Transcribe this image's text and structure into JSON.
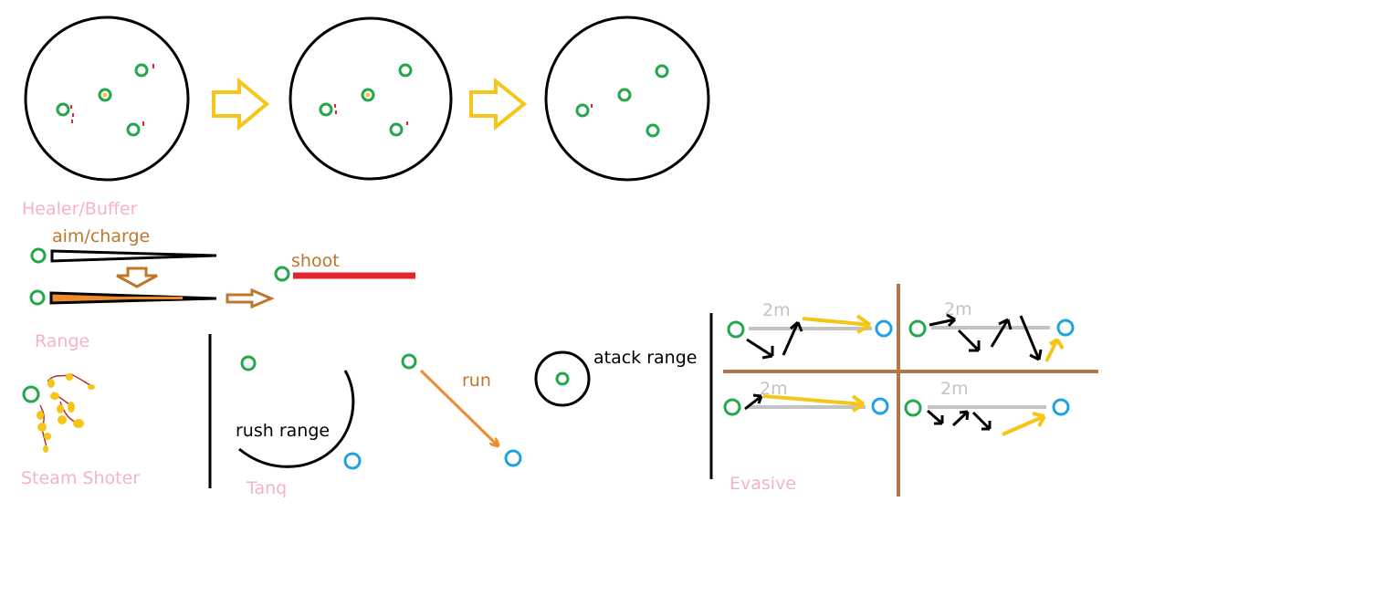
{
  "colors": {
    "green": "#22a84a",
    "blue": "#1fa3e0",
    "black": "#000000",
    "yellow": "#f5c518",
    "orange": "#f08a2a",
    "brown": "#c0762a",
    "dark_brown": "#b5754a",
    "red": "#e3262d",
    "pink": "#f4b3c8",
    "gray": "#c3c3c3"
  },
  "healer": {
    "label": "Healer/Buffer"
  },
  "range": {
    "label": "Range",
    "aim_label": "aim/charge",
    "shoot_label": "shoot"
  },
  "steam": {
    "label": "Steam Shoter"
  },
  "tanq": {
    "label": "Tanq",
    "rush_label": "rush range",
    "run_label": "run",
    "attack_label": "atack range"
  },
  "evasive": {
    "label": "Evasive",
    "distance_tl": "2m",
    "distance_tr": "2m",
    "distance_bl": "2m",
    "distance_br": "2m"
  }
}
